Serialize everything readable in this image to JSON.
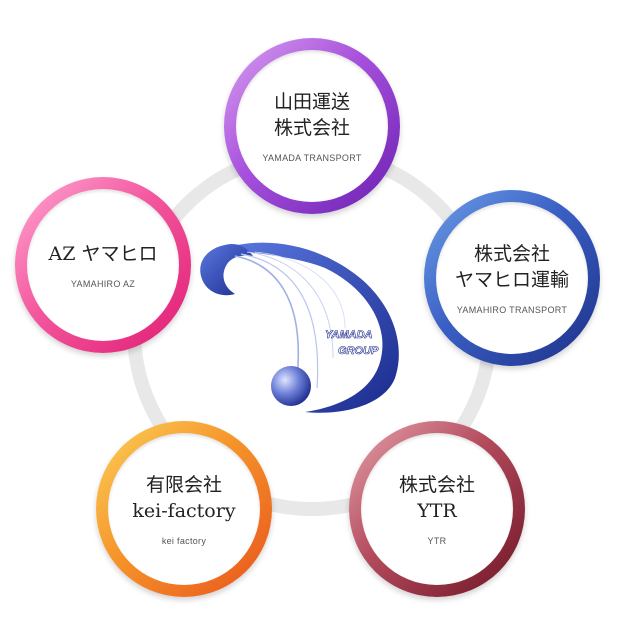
{
  "logo": {
    "line1": "YAMADA",
    "line2": "GROUP"
  },
  "companies": [
    {
      "name": "山田運送\n株式会社",
      "sub": "YAMADA TRANSPORT"
    },
    {
      "name": "株式会社\nヤマヒロ運輸",
      "sub": "YAMAHIRO TRANSPORT"
    },
    {
      "name": "株式会社\nYTR",
      "sub": "YTR"
    },
    {
      "name": "有限会社\nkei-factory",
      "sub": "kei factory"
    },
    {
      "name": "AZ ヤマヒロ",
      "sub": "YAMAHIRO AZ"
    }
  ],
  "colors": {
    "ring": "#e8e8e8",
    "yamada": "#8a35c8",
    "yamahiro_transport": "#2f4fae",
    "ytr": "#9a2f42",
    "kei_factory": "#f27a24",
    "az": "#ec3a8a",
    "logo_blue": "#2a3ea8"
  }
}
